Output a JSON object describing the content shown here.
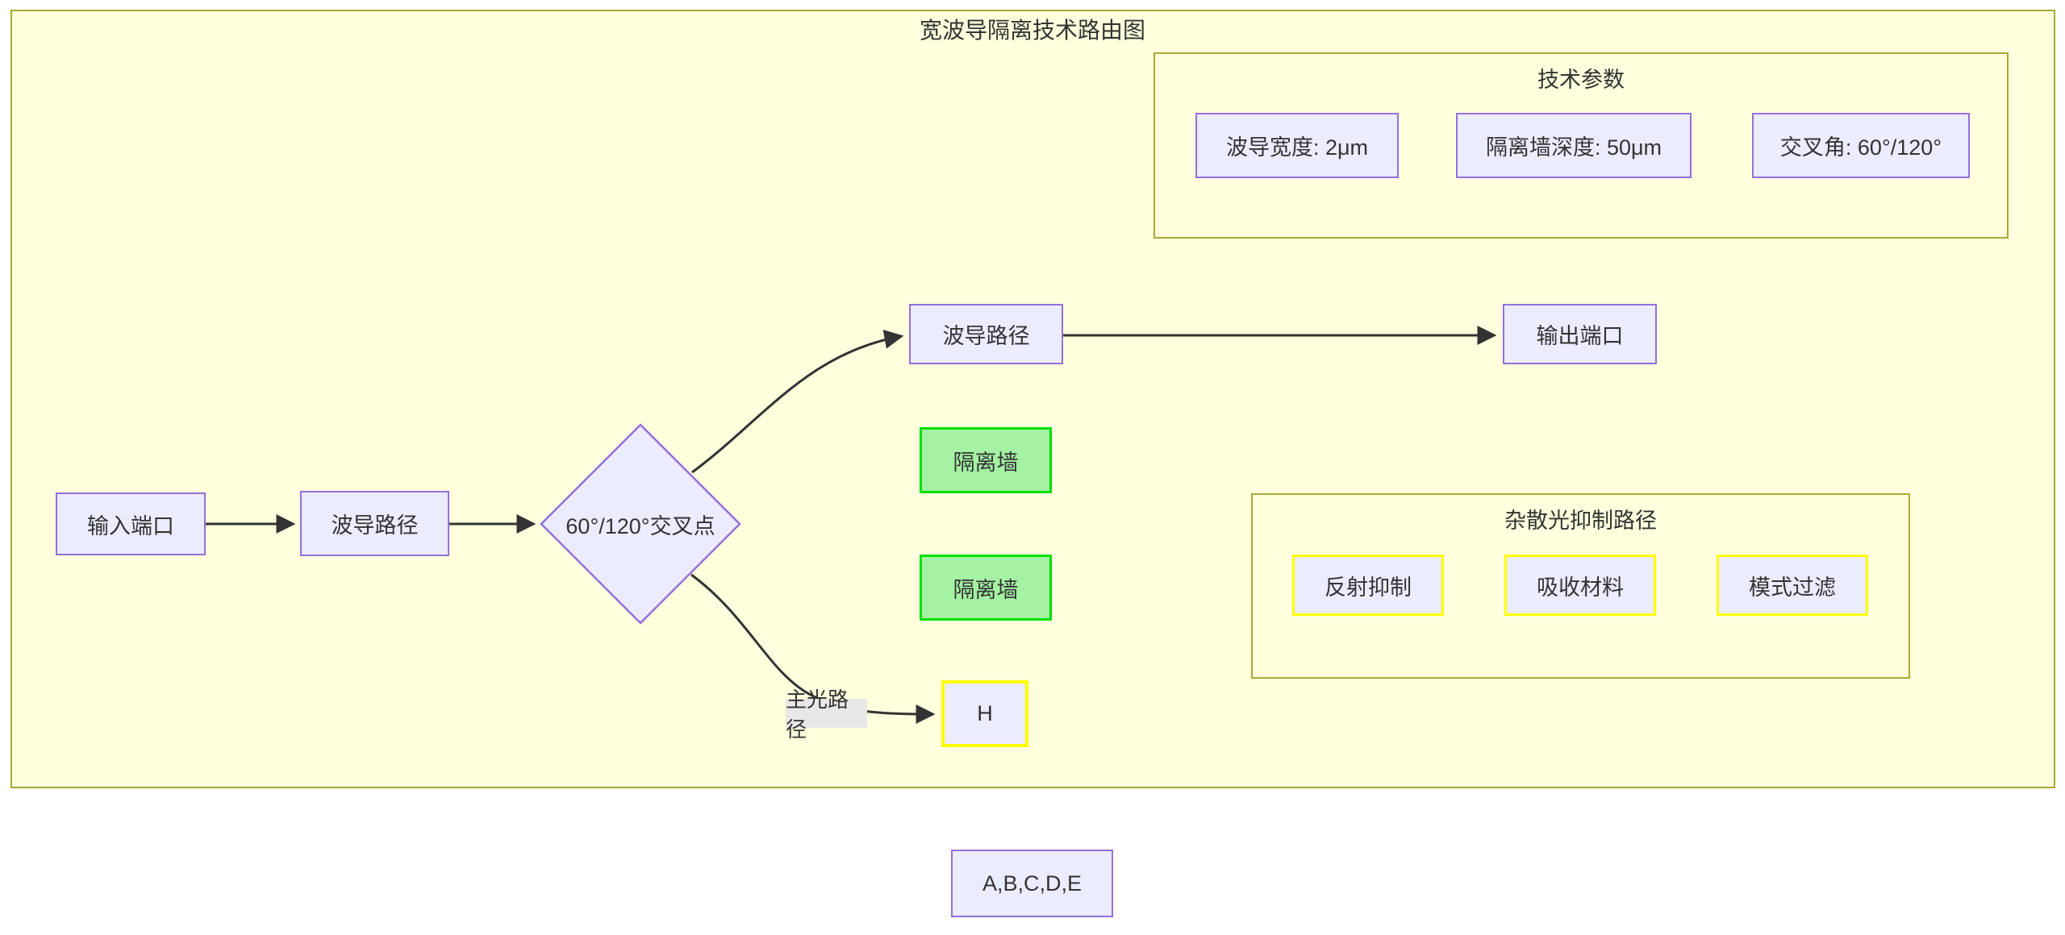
{
  "title": "宽波导隔离技术路由图",
  "clusters": {
    "tech_params": {
      "label": "技术参数",
      "items": [
        "波导宽度: 2μm",
        "隔离墙深度: 50μm",
        "交叉角: 60°/120°"
      ]
    },
    "stray_light": {
      "label": "杂散光抑制路径",
      "items": [
        "反射抑制",
        "吸收材料",
        "模式过滤"
      ]
    }
  },
  "nodes": {
    "input_port": "输入端口",
    "waveguide_path_left": "波导路径",
    "cross_point": "60°/120°交叉点",
    "waveguide_path_top": "波导路径",
    "output_port": "输出端口",
    "isolation_wall_1": "隔离墙",
    "isolation_wall_2": "隔离墙",
    "h_node": "H",
    "legend_node": "A,B,C,D,E"
  },
  "edges": {
    "main_light_path_label": "主光路径"
  },
  "colors": {
    "canvas_background": "#ffffde",
    "cluster_border": "#aaaa33",
    "node_fill": "#ececff",
    "node_border": "#9370db",
    "green_fill": "#a4f2a4",
    "green_border": "#00e000",
    "yellow_border": "#ffff00",
    "edge_line": "#333333",
    "edge_label_bg": "#e8e8e8",
    "text": "#333333"
  }
}
